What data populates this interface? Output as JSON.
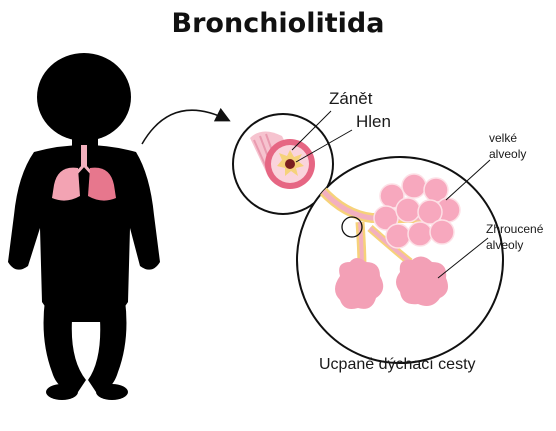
{
  "title": "Bronchiolitida",
  "labels": {
    "inflammation": "Zánět",
    "mucus": "Hlen",
    "large_alveoli_line1": "velké",
    "large_alveoli_line2": "alveoly",
    "collapsed_alveoli_line1": "Zhroucené",
    "collapsed_alveoli_line2": "alveoly",
    "caption": "Ucpané dýchací cesty"
  },
  "colors": {
    "silhouette": "#000000",
    "lung_pink": "#f3a3b3",
    "alveoli_pink": "#f7a8be",
    "tissue_light": "#fde0e6",
    "mucus_yellow": "#f6d27a",
    "lumen_dark": "#7a1f1f"
  }
}
